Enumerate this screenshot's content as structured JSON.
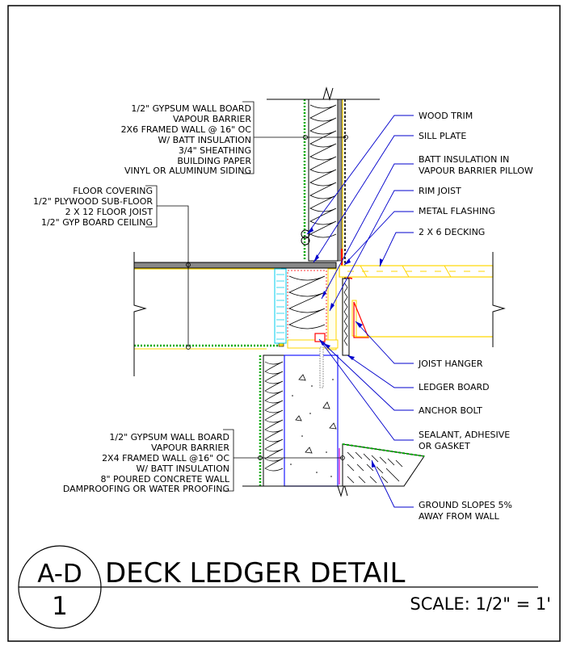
{
  "left_labels_top": [
    "1/2\" GYPSUM WALL BOARD",
    "VAPOUR BARRIER",
    "2X6 FRAMED WALL @ 16\" OC",
    "W/ BATT INSULATION",
    "3/4\" SHEATHING",
    "BUILDING PAPER",
    "VINYL OR ALUMINUM SIDING"
  ],
  "left_labels_mid": [
    "FLOOR COVERING",
    "1/2\" PLYWOOD SUB-FLOOR",
    "2 X 12 FLOOR JOIST",
    "1/2\" GYP BOARD CEILING"
  ],
  "left_labels_bottom": [
    "1/2\" GYPSUM WALL BOARD",
    "VAPOUR BARRIER",
    "2X4 FRAMED WALL @16\" OC",
    "W/ BATT INSULATION",
    "8\" POURED CONCRETE WALL",
    "DAMPROOFING OR WATER PROOFING"
  ],
  "right_labels": [
    {
      "id": "wood-trim",
      "lines": [
        "WOOD TRIM"
      ]
    },
    {
      "id": "sill-plate",
      "lines": [
        "SILL PLATE"
      ]
    },
    {
      "id": "batt-insulation",
      "lines": [
        "BATT INSULATION IN",
        "VAPOUR BARRIER PILLOW"
      ]
    },
    {
      "id": "rim-joist",
      "lines": [
        "RIM JOIST"
      ]
    },
    {
      "id": "metal-flashing",
      "lines": [
        "METAL FLASHING"
      ]
    },
    {
      "id": "decking",
      "lines": [
        "2 X 6 DECKING"
      ]
    },
    {
      "id": "joist-hanger",
      "lines": [
        "JOIST HANGER"
      ]
    },
    {
      "id": "ledger-board",
      "lines": [
        "LEDGER BOARD"
      ]
    },
    {
      "id": "anchor-bolt",
      "lines": [
        "ANCHOR BOLT"
      ]
    },
    {
      "id": "sealant",
      "lines": [
        "SEALANT, ADHESIVE",
        "OR GASKET"
      ]
    },
    {
      "id": "ground-slopes",
      "lines": [
        "GROUND SLOPES 5%",
        "AWAY FROM WALL"
      ]
    }
  ],
  "title_block": {
    "detail_code": "A-D",
    "detail_number": "1",
    "title": "DECK LEDGER DETAIL",
    "scale": "SCALE: 1/2\" = 1'"
  },
  "colors": {
    "line": "#000000",
    "leader": "#0000cc",
    "insulation": "#ffff00",
    "concrete_edge": "#00aa00",
    "flashing": "#ff0000",
    "wall_plate": "#1a1aff"
  }
}
